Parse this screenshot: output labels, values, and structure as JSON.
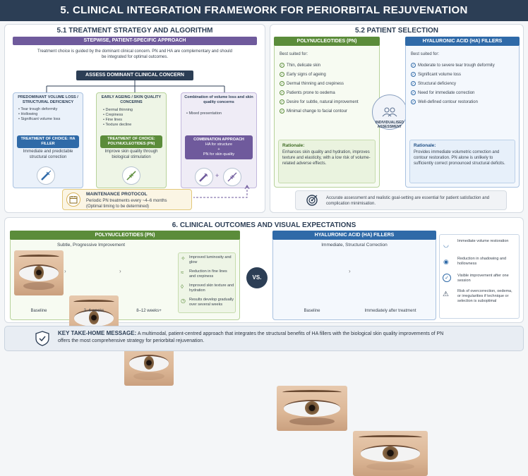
{
  "banner": "5. CLINICAL INTEGRATION FRAMEWORK FOR PERIORBITAL REJUVENATION",
  "s51": {
    "title": "5.1 TREATMENT STRATEGY AND ALGORITHM",
    "stepwise": "STEPWISE, PATIENT-SPECIFIC APPROACH",
    "intro": "Treatment choice is guided by the dominant clinical concern. PN and HA are complementary and should be integrated for optimal outcomes.",
    "assess": "ASSESS DOMINANT CLINICAL CONCERN",
    "cols": [
      {
        "title": "PREDOMINANT VOLUME LOSS / STRUCTURAL DEFICIENCY",
        "bullets": [
          "Tear trough deformity",
          "Hollowing",
          "Significant volume loss"
        ],
        "treat": "TREATMENT OF CHOICE: HA FILLER",
        "desc": "Immediate and predictable structural correction"
      },
      {
        "title": "EARLY AGEING / SKIN QUALITY CONCERNS",
        "bullets": [
          "Dermal thinning",
          "Crepiness",
          "Fine lines",
          "Texture decline"
        ],
        "treat": "TREATMENT OF CHOICE: POLYNUCLEOTIDES (PN)",
        "desc": "Improve skin quality through biological stimulation"
      },
      {
        "title": "Combination of volume loss and skin quality concerns",
        "bullets": [
          "Mixed presentation"
        ],
        "treat": "COMBINATION APPROACH",
        "treat_lines": [
          "HA for structure",
          "+",
          "PN for skin quality"
        ]
      }
    ],
    "maintenance": {
      "title": "MAINTENANCE PROTOCOL",
      "line1": "Periodic PN treatments every ~4–6 months",
      "line2": "(Optimal timing to be determined)"
    }
  },
  "s52": {
    "title": "5.2 PATIENT SELECTION",
    "pn": {
      "header": "POLYNUCLEOTIDES (PN)",
      "best": "Best suited for:",
      "items": [
        "Thin, delicate skin",
        "Early signs of ageing",
        "Dermal thinning and crepiness",
        "Patients prone to oedema",
        "Desire for subtle, natural improvement",
        "Minimal change to facial contour"
      ],
      "rationale_title": "Rationale:",
      "rationale": "Enhances skin quality and hydration, improves texture and elasticity, with a low risk of volume-related adverse effects."
    },
    "ha": {
      "header": "HYALURONIC ACID (HA) FILLERS",
      "best": "Best suited for:",
      "items": [
        "Moderate to severe tear trough deformity",
        "Significant volume loss",
        "Structural deficiency",
        "Need for immediate correction",
        "Well-defined contour restoration"
      ],
      "rationale_title": "Rationale:",
      "rationale": "Provides immediate volumetric correction and contour restoration. PN alone is unlikely to sufficiently correct pronounced structural deficits."
    },
    "center": "INDIVIDUALISED ASSESSMENT",
    "goal": "Accurate assessment and realistic goal-setting are essential for patient satisfaction and complication minimisation."
  },
  "s6": {
    "title": "6. CLINICAL OUTCOMES AND VISUAL EXPECTATIONS",
    "pn": {
      "header": "POLYNUCLEOTIDES (PN)",
      "sub": "Subtle, Progressive Improvement",
      "captions": [
        "Baseline",
        "2–4 weeks",
        "8–12 weeks+"
      ],
      "benefits": [
        "Improved luminosity and glow",
        "Reduction in fine lines and crepiness",
        "Improved skin texture and hydration",
        "Results develop gradually over several weeks"
      ]
    },
    "vs": "VS.",
    "ha": {
      "header": "HYALURONIC ACID (HA) FILLERS",
      "sub": "Immediate, Structural Correction",
      "captions": [
        "Baseline",
        "Immediately after treatment"
      ],
      "benefits": [
        "Immediate volume restoration",
        "Reduction in shadowing and hollowness",
        "Visible improvement after one session",
        "Risk of overcorrection, oedema, or irregularities if technique or selection is suboptimal"
      ]
    }
  },
  "takehome": {
    "label": "KEY TAKE-HOME MESSAGE:",
    "text": "A multimodal, patient-centred approach that integrates the structural benefits of HA fillers with the biological skin quality improvements of PN offers the most comprehensive strategy for periorbital rejuvenation."
  }
}
